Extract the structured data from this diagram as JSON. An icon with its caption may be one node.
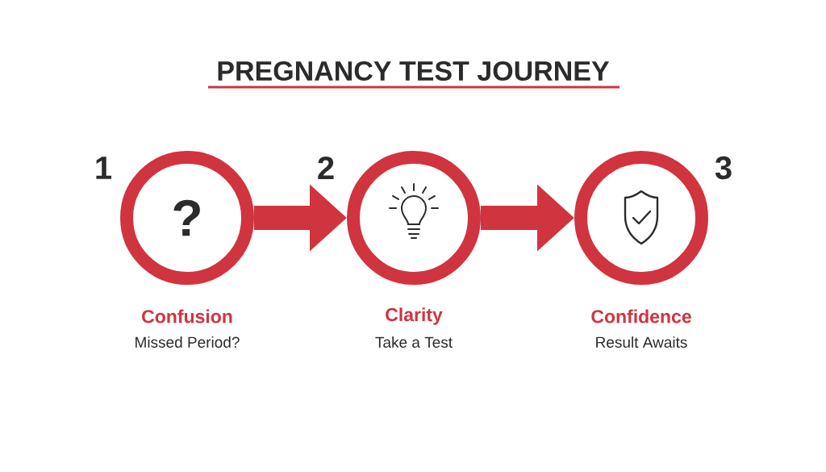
{
  "diagram": {
    "title": "PREGNANCY TEST JOURNEY",
    "nodes": [
      {
        "text": [
          "?",
          "Confusion",
          "Missed Period?"
        ],
        "beside": [
          "1"
        ]
      },
      {
        "text": [
          "Clarity",
          "Take a Test"
        ],
        "beside": [
          "2"
        ]
      },
      {
        "text": [
          "Confidence",
          "Result Awaits"
        ],
        "beside": [
          "3"
        ]
      }
    ],
    "edges": [
      {
        "from": 0,
        "to": 1,
        "arrow": "to"
      },
      {
        "from": 1,
        "to": 2,
        "arrow": "to"
      }
    ]
  }
}
